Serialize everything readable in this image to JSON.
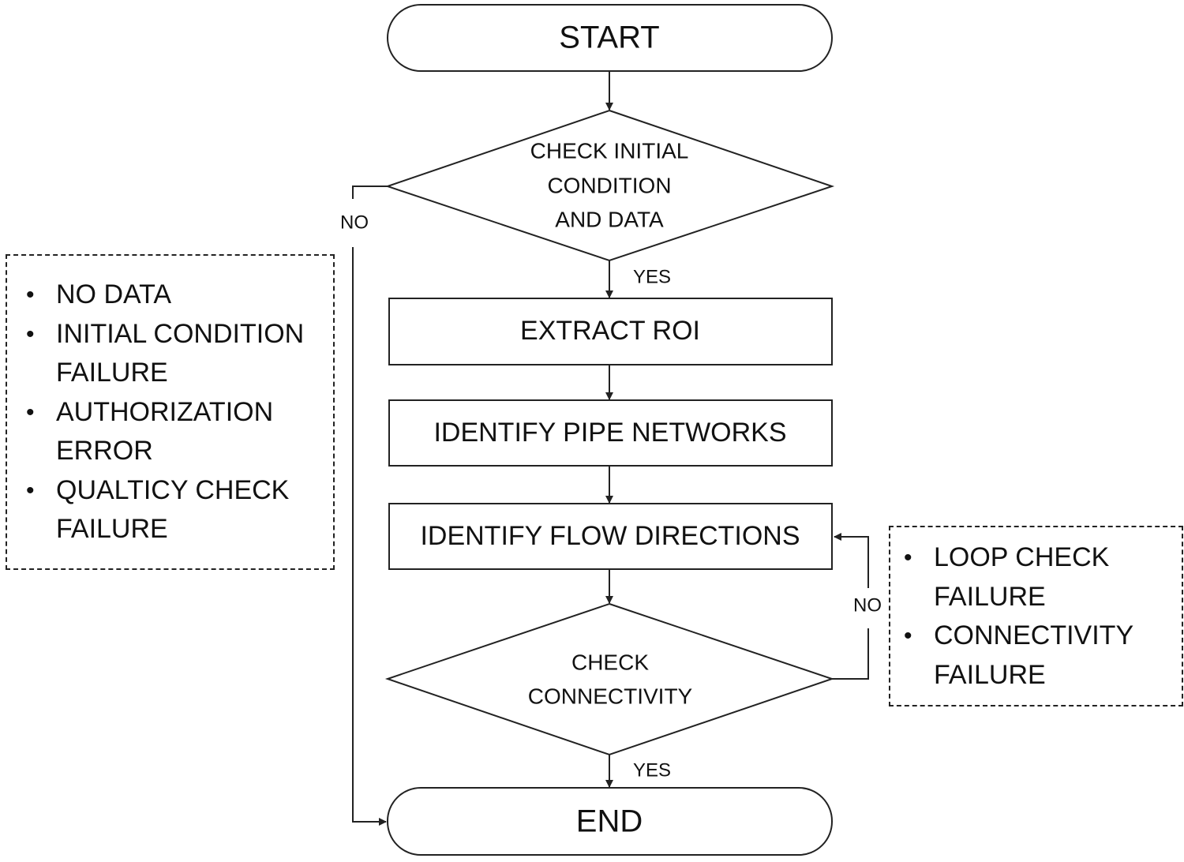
{
  "nodes": {
    "start": "START",
    "check_initial": [
      "CHECK INITIAL",
      "CONDITION",
      "AND DATA"
    ],
    "extract_roi": "EXTRACT ROI",
    "identify_pipe": "IDENTIFY PIPE NETWORKS",
    "identify_flow": "IDENTIFY FLOW DIRECTIONS",
    "check_connectivity": [
      "CHECK",
      "CONNECTIVITY"
    ],
    "end": "END"
  },
  "edge_labels": {
    "initial_no": "NO",
    "initial_yes": "YES",
    "connectivity_no": "NO",
    "connectivity_yes": "YES"
  },
  "left_note": {
    "items": [
      "NO DATA",
      "INITIAL CONDITION\nFAILURE",
      "AUTHORIZATION\nERROR",
      "QUALTICY CHECK\nFAILURE"
    ]
  },
  "right_note": {
    "items": [
      "LOOP CHECK\nFAILURE",
      "CONNECTIVITY\nFAILURE"
    ]
  }
}
